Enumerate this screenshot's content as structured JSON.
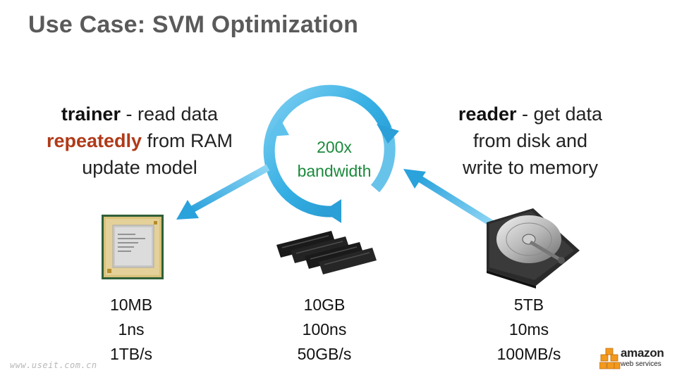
{
  "title": "Use Case: SVM Optimization",
  "trainer": {
    "keyword": "trainer",
    "text_line1_rest": " - read data",
    "highlight": "repeatedly",
    "text_line2_rest": " from RAM",
    "text_line3": "update model",
    "highlight_color": "#b03a18"
  },
  "reader": {
    "keyword": "reader",
    "text_line1_rest": " - get data",
    "text_line2": "from disk and",
    "text_line3": "write to memory"
  },
  "cycle": {
    "line1": "200x",
    "line2": "bandwidth",
    "label_color": "#1a8a3c",
    "arrow_color": "#29a3dc"
  },
  "components": {
    "cpu": {
      "icon": "cpu-chip-icon",
      "size": "10MB",
      "latency": "1ns",
      "bandwidth": "1TB/s"
    },
    "ram": {
      "icon": "ram-modules-icon",
      "size": "10GB",
      "latency": "100ns",
      "bandwidth": "50GB/s"
    },
    "disk": {
      "icon": "hard-disk-icon",
      "size": "5TB",
      "latency": "10ms",
      "bandwidth": "100MB/s"
    }
  },
  "watermark": "www.useit.com.cn",
  "logo": {
    "line1": "amazon",
    "line2": "web services",
    "icon": "aws-cubes-icon"
  }
}
